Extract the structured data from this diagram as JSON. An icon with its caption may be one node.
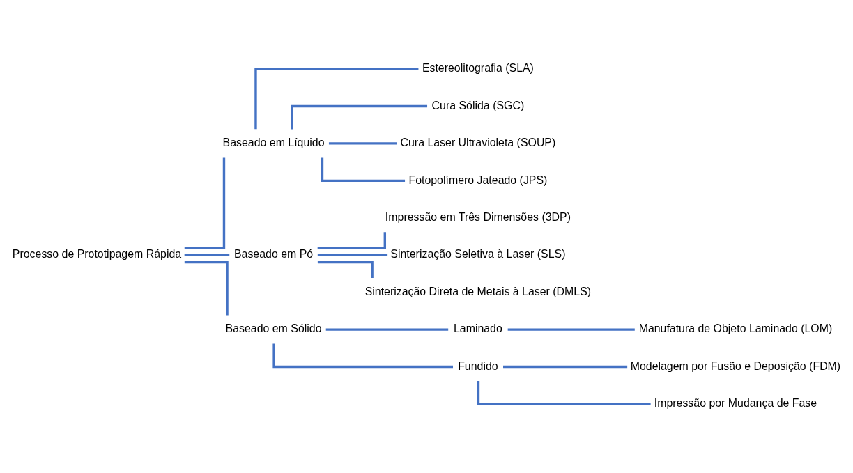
{
  "diagram": {
    "nodes": [
      {
        "text": [
          "Processo de Prototipagem Rápida"
        ]
      },
      {
        "text": [
          "Baseado em Líquido"
        ]
      },
      {
        "text": [
          "Baseado em Pó"
        ]
      },
      {
        "text": [
          "Baseado em Sólido"
        ]
      },
      {
        "text": [
          "Estereolitografia (SLA)"
        ]
      },
      {
        "text": [
          "Cura Sólida (SGC)"
        ]
      },
      {
        "text": [
          "Cura Laser Ultravioleta (SOUP)"
        ]
      },
      {
        "text": [
          "Fotopolímero Jateado (JPS)"
        ]
      },
      {
        "text": [
          "Impressão em Três Dimensões (3DP)"
        ]
      },
      {
        "text": [
          "Sinterização Seletiva à Laser (SLS)"
        ]
      },
      {
        "text": [
          "Sinterização Direta de Metais à Laser (DMLS)"
        ]
      },
      {
        "text": [
          "Laminado"
        ]
      },
      {
        "text": [
          "Fundido"
        ]
      },
      {
        "text": [
          "Manufatura de Objeto Laminado (LOM)"
        ]
      },
      {
        "text": [
          "Modelagem por Fusão e Deposição (FDM)"
        ]
      },
      {
        "text": [
          "Impressão por Mudança de Fase"
        ]
      }
    ],
    "edges": [
      {
        "from": 0,
        "to": 1,
        "arrow": "none"
      },
      {
        "from": 0,
        "to": 2,
        "arrow": "none"
      },
      {
        "from": 0,
        "to": 3,
        "arrow": "none"
      },
      {
        "from": 1,
        "to": 4,
        "arrow": "none"
      },
      {
        "from": 1,
        "to": 5,
        "arrow": "none"
      },
      {
        "from": 1,
        "to": 6,
        "arrow": "none"
      },
      {
        "from": 1,
        "to": 7,
        "arrow": "none"
      },
      {
        "from": 2,
        "to": 8,
        "arrow": "none"
      },
      {
        "from": 2,
        "to": 9,
        "arrow": "none"
      },
      {
        "from": 2,
        "to": 10,
        "arrow": "none"
      },
      {
        "from": 3,
        "to": 11,
        "arrow": "none"
      },
      {
        "from": 3,
        "to": 12,
        "arrow": "none"
      },
      {
        "from": 11,
        "to": 13,
        "arrow": "none"
      },
      {
        "from": 12,
        "to": 14,
        "arrow": "none"
      },
      {
        "from": 12,
        "to": 15,
        "arrow": "none"
      }
    ]
  }
}
